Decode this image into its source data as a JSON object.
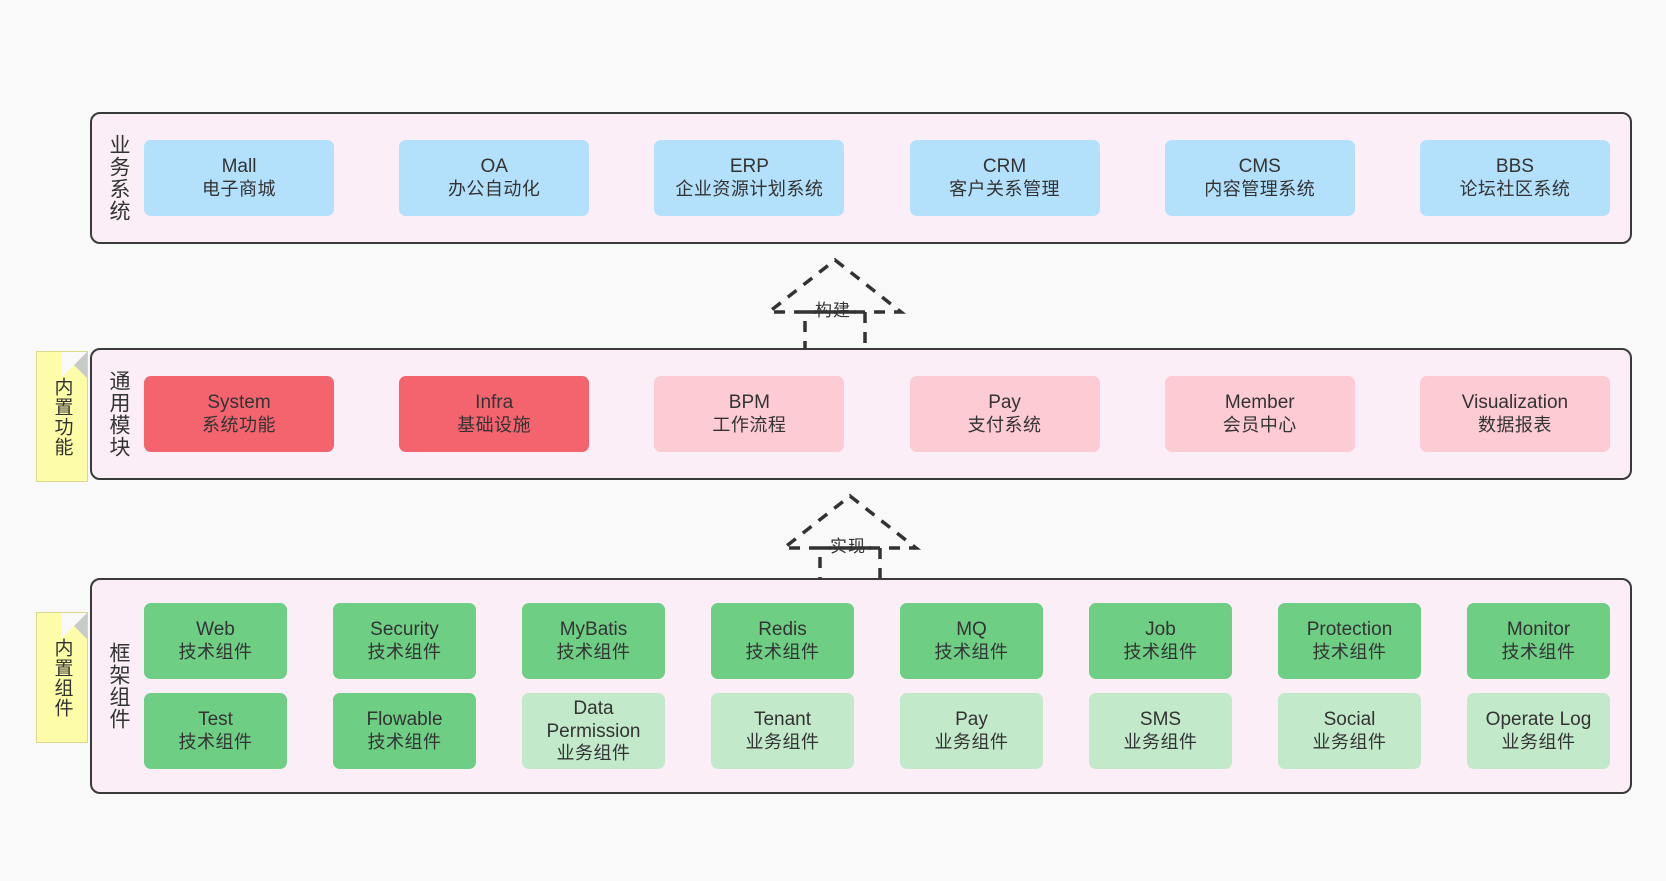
{
  "diagram": {
    "background": "#f9f9f9",
    "layer_fill": "#fbeef6",
    "layer_border": "#3a3a3a",
    "note_fill": "#fdfca8"
  },
  "layers": [
    {
      "id": "business-system",
      "title": "业务系统",
      "note": null,
      "rows": [
        {
          "nodes": [
            {
              "en": "Mall",
              "cn": "电子商城",
              "color": "#b3e0fb"
            },
            {
              "en": "OA",
              "cn": "办公自动化",
              "color": "#b3e0fb"
            },
            {
              "en": "ERP",
              "cn": "企业资源计划系统",
              "color": "#b3e0fb"
            },
            {
              "en": "CRM",
              "cn": "客户关系管理",
              "color": "#b3e0fb"
            },
            {
              "en": "CMS",
              "cn": "内容管理系统",
              "color": "#b3e0fb"
            },
            {
              "en": "BBS",
              "cn": "论坛社区系统",
              "color": "#b3e0fb"
            }
          ]
        }
      ]
    },
    {
      "id": "general-module",
      "title": "通用模块",
      "note": "内置功能",
      "rows": [
        {
          "nodes": [
            {
              "en": "System",
              "cn": "系统功能",
              "color": "#f4646e"
            },
            {
              "en": "Infra",
              "cn": "基础设施",
              "color": "#f4646e"
            },
            {
              "en": "BPM",
              "cn": "工作流程",
              "color": "#fccbd4"
            },
            {
              "en": "Pay",
              "cn": "支付系统",
              "color": "#fccbd4"
            },
            {
              "en": "Member",
              "cn": "会员中心",
              "color": "#fccbd4"
            },
            {
              "en": "Visualization",
              "cn": "数据报表",
              "color": "#fccbd4"
            }
          ]
        }
      ]
    },
    {
      "id": "framework-component",
      "title": "框架组件",
      "note": "内置组件",
      "rows": [
        {
          "nodes": [
            {
              "en": "Web",
              "cn": "技术组件",
              "color": "#6ece84"
            },
            {
              "en": "Security",
              "cn": "技术组件",
              "color": "#6ece84"
            },
            {
              "en": "MyBatis",
              "cn": "技术组件",
              "color": "#6ece84"
            },
            {
              "en": "Redis",
              "cn": "技术组件",
              "color": "#6ece84"
            },
            {
              "en": "MQ",
              "cn": "技术组件",
              "color": "#6ece84"
            },
            {
              "en": "Job",
              "cn": "技术组件",
              "color": "#6ece84"
            },
            {
              "en": "Protection",
              "cn": "技术组件",
              "color": "#6ece84"
            },
            {
              "en": "Monitor",
              "cn": "技术组件",
              "color": "#6ece84"
            }
          ]
        },
        {
          "nodes": [
            {
              "en": "Test",
              "cn": "技术组件",
              "color": "#6ece84"
            },
            {
              "en": "Flowable",
              "cn": "技术组件",
              "color": "#6ece84"
            },
            {
              "en": "Data Permission",
              "cn": "业务组件",
              "color": "#c3e9cb"
            },
            {
              "en": "Tenant",
              "cn": "业务组件",
              "color": "#c3e9cb"
            },
            {
              "en": "Pay",
              "cn": "业务组件",
              "color": "#c3e9cb"
            },
            {
              "en": "SMS",
              "cn": "业务组件",
              "color": "#c3e9cb"
            },
            {
              "en": "Social",
              "cn": "业务组件",
              "color": "#c3e9cb"
            },
            {
              "en": "Operate Log",
              "cn": "业务组件",
              "color": "#c3e9cb"
            }
          ]
        }
      ]
    }
  ],
  "connectors": [
    {
      "id": "build",
      "label": "构建",
      "from": "general-module",
      "to": "business-system"
    },
    {
      "id": "implement",
      "label": "实现",
      "from": "framework-component",
      "to": "general-module"
    }
  ]
}
